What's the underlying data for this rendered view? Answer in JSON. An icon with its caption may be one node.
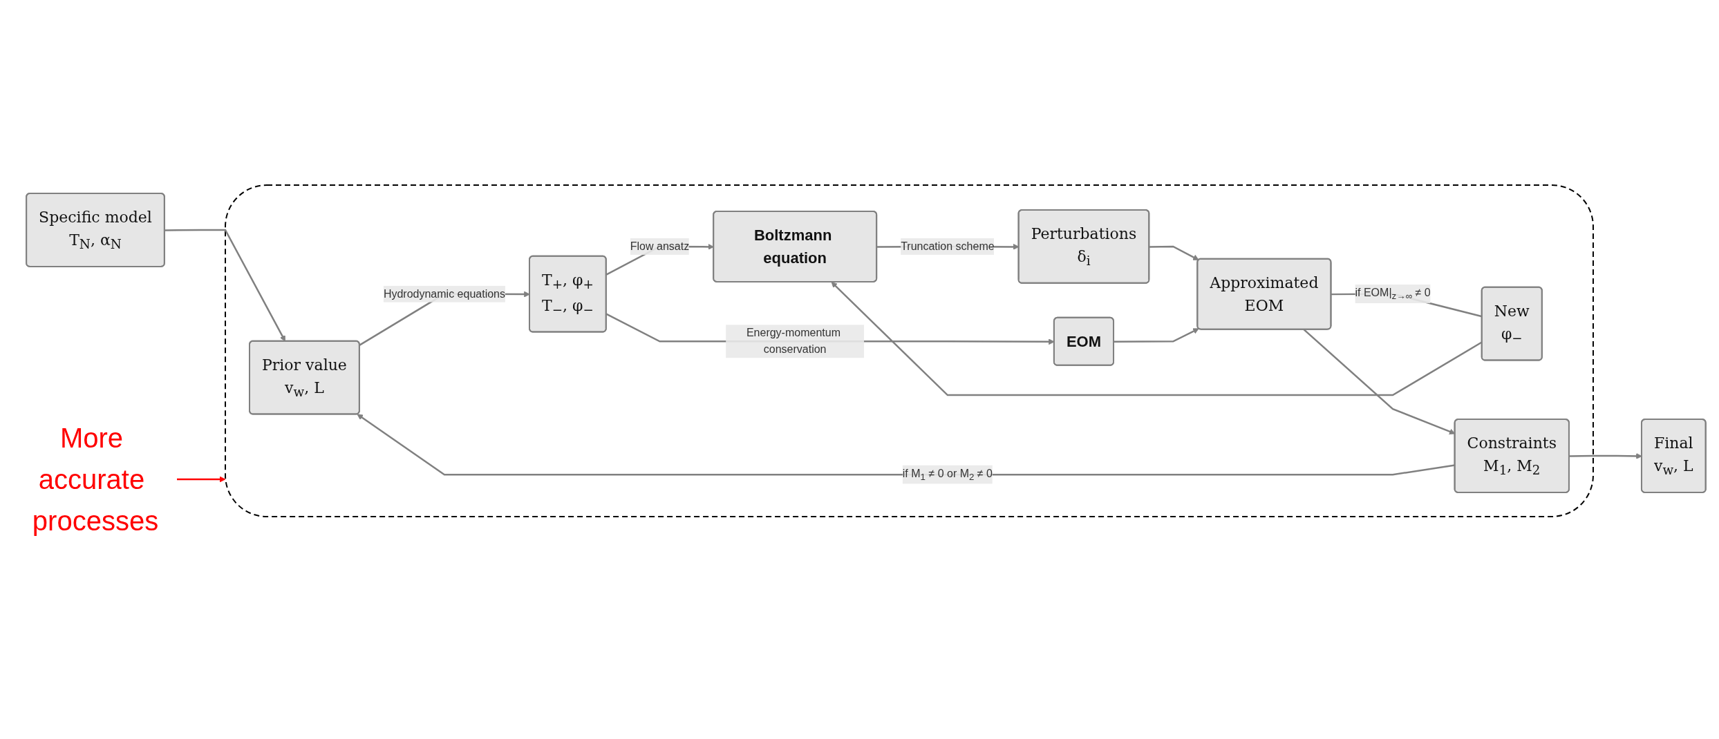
{
  "diagram": {
    "nodes": [
      {
        "text": [
          "Specific model",
          "T$_{N}$, α$_{N}$"
        ]
      },
      {
        "text": [],
        "shape": "box"
      },
      {
        "text": [
          "Prior value",
          "v$_{w}$, L"
        ],
        "in": 1
      },
      {
        "text": [
          "T$_{+}$, φ$_{+}$",
          "T$_{−}$, φ$_{−}$"
        ],
        "in": 1
      },
      {
        "text": [
          "New",
          "φ$_{−}$"
        ],
        "in": 1
      },
      {
        "text": [
          "Boltzmann equation"
        ],
        "in": 1
      },
      {
        "text": [
          "Perturbations",
          "δ$_{i}$"
        ],
        "in": 1
      },
      {
        "text": [
          "Approximated",
          "EOM"
        ],
        "in": 1
      },
      {
        "text": [
          "EOM"
        ],
        "in": 1
      },
      {
        "text": [
          "Constraints",
          "M$_{1}$, M$_{2}$"
        ],
        "in": 1
      },
      {
        "text": [
          "Final",
          "v$_{w}$, L"
        ]
      },
      {
        "text": [
          "More accurate processes"
        ]
      }
    ],
    "edges": [
      {
        "from": 0,
        "to": 2,
        "arrow": "to"
      },
      {
        "from": 2,
        "to": 3,
        "arrow": "to",
        "label": "Hydrodynamic equations"
      },
      {
        "from": 3,
        "to": 5,
        "arrow": "to",
        "label": "Flow ansatz"
      },
      {
        "from": 3,
        "to": 8,
        "arrow": "to",
        "label": "Energy-momentum conservation"
      },
      {
        "from": 5,
        "to": 6,
        "arrow": "to",
        "label": "Truncation scheme"
      },
      {
        "from": 6,
        "to": 7,
        "arrow": "to"
      },
      {
        "from": 8,
        "to": 7,
        "arrow": "to"
      },
      {
        "from": 7,
        "to": 4,
        "arrow": "none",
        "label": "if EOM|$_{z→∞}$ ≠ 0"
      },
      {
        "from": 4,
        "to": 5,
        "arrow": "to"
      },
      {
        "from": 7,
        "to": 9,
        "arrow": "to"
      },
      {
        "from": 9,
        "to": 10,
        "arrow": "to"
      },
      {
        "from": 9,
        "to": 2,
        "arrow": "to",
        "label": "if M$_{1}$ ≠ 0 or M$_{2}$ ≠ 0"
      },
      {
        "from": 11,
        "to": 1,
        "arrow": "to",
        "color": "#ff0000"
      }
    ]
  }
}
